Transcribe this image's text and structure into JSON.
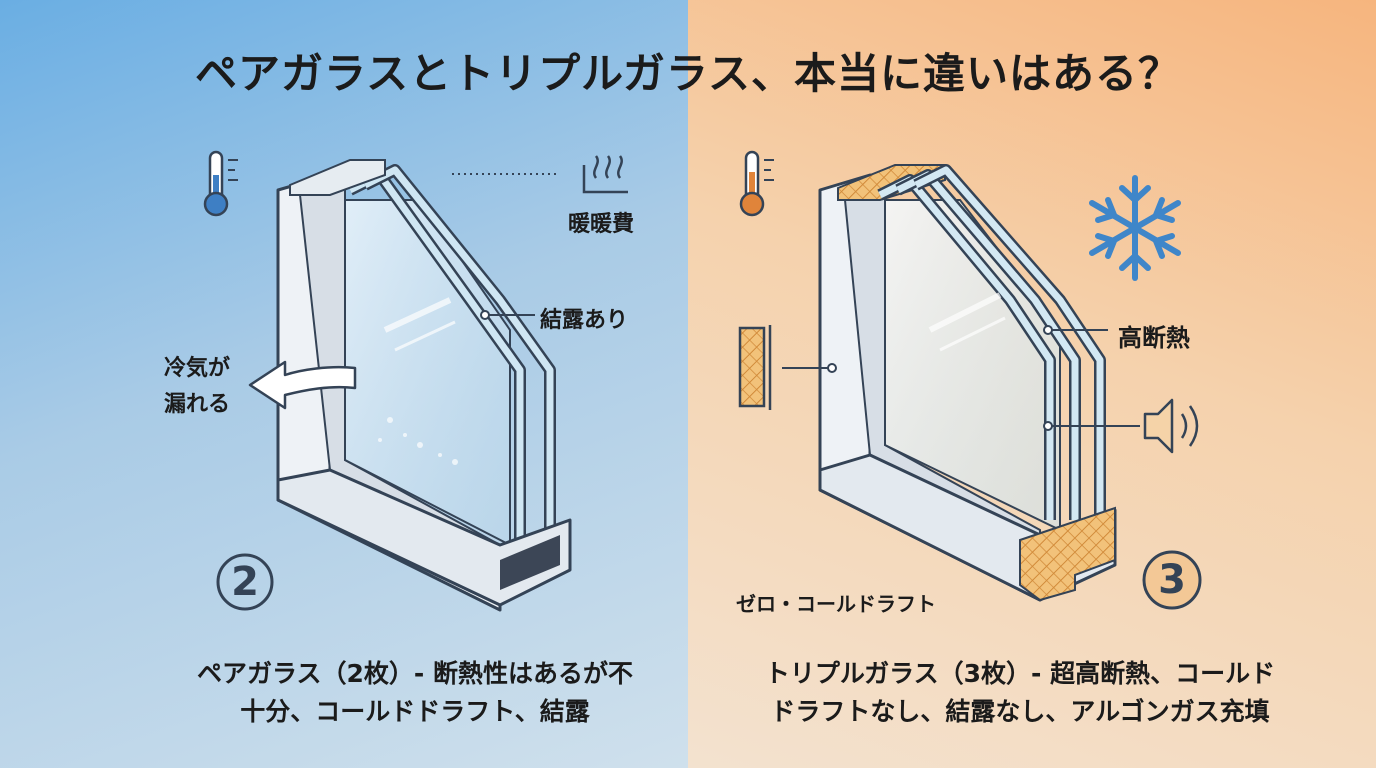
{
  "title": "ペアガラスとトリプルガラス、本当に違いはある？",
  "left": {
    "labels": {
      "heating_cost": "暖暖費",
      "condensation": "結露あり",
      "cold_air_line1": "冷気が",
      "cold_air_line2": "漏れる"
    },
    "number": "2",
    "caption_line1": "ペアガラス（2枚）- 断熱性はあるが不",
    "caption_line2": "十分、コールドドラフト、結露"
  },
  "right": {
    "labels": {
      "high_insulation": "高断熱",
      "zero_cold_draft": "ゼロ・コールドラフト"
    },
    "number": "3",
    "caption_line1": "トリプルガラス（3枚）- 超高断熱、コールド",
    "caption_line2": "ドラフトなし、結露なし、アルゴンガス充填"
  },
  "colors": {
    "left_accent": "#3e7fc4",
    "right_accent": "#e0843a",
    "ink": "#1b1b1b"
  }
}
